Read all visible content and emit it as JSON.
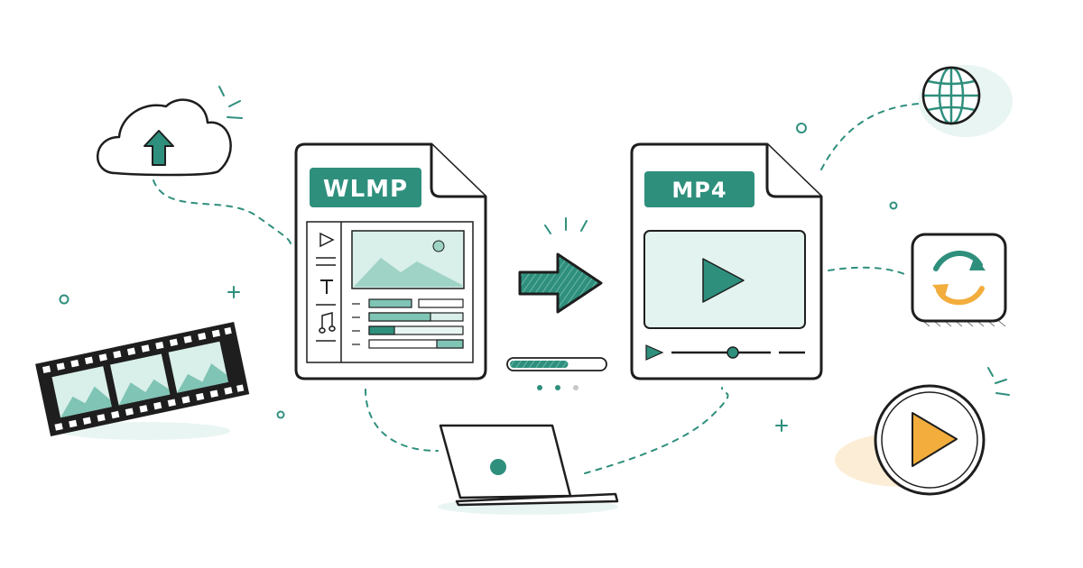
{
  "colors": {
    "teal": "#2f8f7d",
    "teal_light": "#d9efe9",
    "teal_pale": "#e9f5f2",
    "ink": "#1e1e1e",
    "accent_orange": "#f2ad3c",
    "accent_orange_pale": "#fbe7c4",
    "background": "#ffffff"
  },
  "source_file": {
    "format_label": "WLMP"
  },
  "target_file": {
    "format_label": "MP4"
  },
  "conversion": {
    "progress_fraction": 0.62,
    "dots": 3
  },
  "icons": [
    "cloud-upload-icon",
    "film-strip-icon",
    "laptop-icon",
    "globe-icon",
    "sync-icon",
    "play-circle-icon",
    "convert-arrow-icon"
  ]
}
